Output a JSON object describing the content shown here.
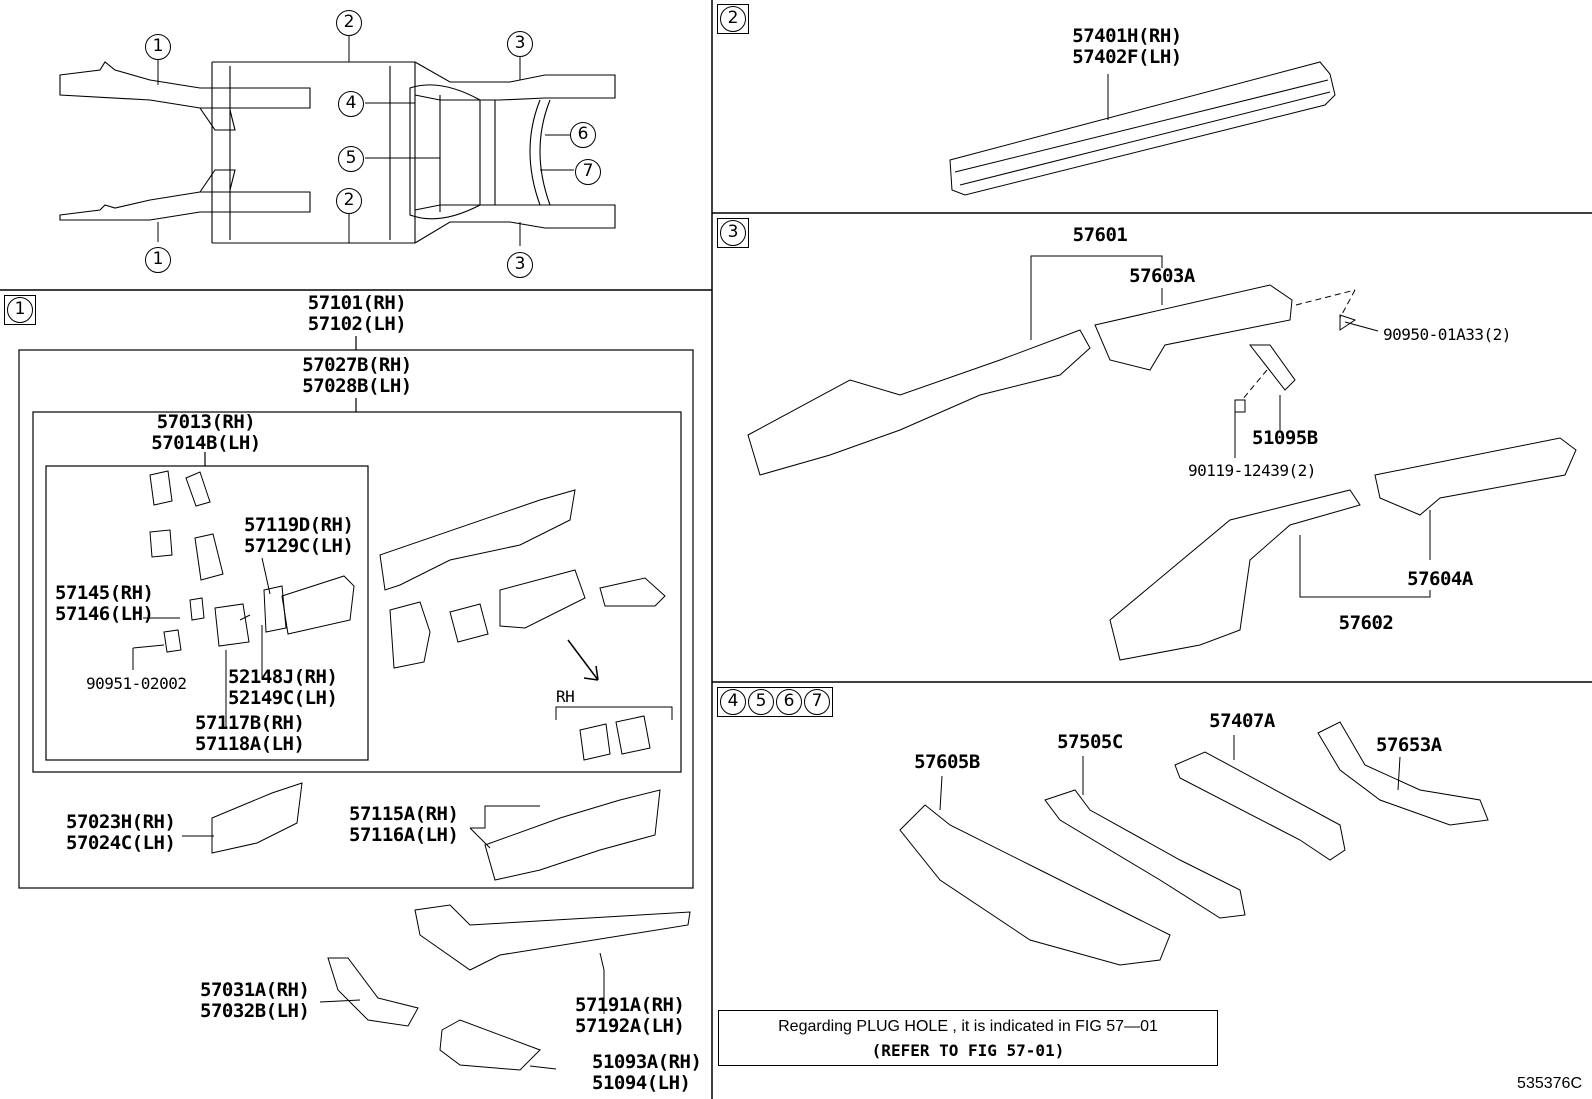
{
  "overview": {
    "callouts": [
      "1",
      "2",
      "3",
      "4",
      "5",
      "6",
      "7",
      "2",
      "1",
      "3"
    ]
  },
  "sections": {
    "s1": {
      "tag": [
        "1"
      ]
    },
    "s2": {
      "tag": [
        "2"
      ]
    },
    "s3": {
      "tag": [
        "3"
      ]
    },
    "s4": {
      "tag": [
        "4",
        "5",
        "6",
        "7"
      ]
    }
  },
  "labels": {
    "p57101": "57101(RH)",
    "p57102": "57102(LH)",
    "p57027": "57027B(RH)",
    "p57028": "57028B(LH)",
    "p57013": "57013(RH)",
    "p57014": "57014B(LH)",
    "p57119": "57119D(RH)",
    "p57129": "57129C(LH)",
    "p57145": "57145(RH)",
    "p57146": "57146(LH)",
    "p90951": "90951-02002",
    "p52148": "52148J(RH)",
    "p52149": "52149C(LH)",
    "p57117": "57117B(RH)",
    "p57118": "57118A(LH)",
    "rh": "RH",
    "p57023": "57023H(RH)",
    "p57024": "57024C(LH)",
    "p57115": "57115A(RH)",
    "p57116": "57116A(LH)",
    "p57031": "57031A(RH)",
    "p57032": "57032B(LH)",
    "p57191": "57191A(RH)",
    "p57192": "57192A(LH)",
    "p51093": "51093A(RH)",
    "p51094": "51094(LH)",
    "p57401": "57401H(RH)",
    "p57402": "57402F(LH)",
    "p57601": "57601",
    "p57603": "57603A",
    "p90950": "90950-01A33(2)",
    "p51095": "51095B",
    "p90119": "90119-12439(2)",
    "p57604": "57604A",
    "p57602": "57602",
    "p57605": "57605B",
    "p57505": "57505C",
    "p57407": "57407A",
    "p57653": "57653A"
  },
  "note": {
    "line1": "Regarding  PLUG  HOLE , it is indicated in FIG  57—01",
    "line2": "(REFER TO FIG 57-01)"
  },
  "ref_code": "535376C"
}
